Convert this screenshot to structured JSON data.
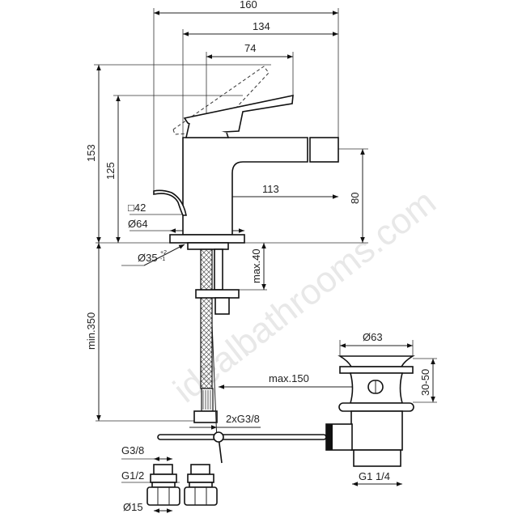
{
  "watermark": "idealbathrooms.com",
  "dimensions": {
    "overall_width": "160",
    "body_to_nozzle": "134",
    "handle_reach": "74",
    "overall_height": "153",
    "handle_height": "125",
    "nozzle_height": "80",
    "spout_reach": "113",
    "body_square": "□42",
    "base_diameter": "Ø64",
    "hole_diameter": "Ø35",
    "hole_tolerance_upper": "+2",
    "hole_tolerance_lower": "-1",
    "max_deck": "max.40",
    "min_hose": "min.350",
    "max_rod": "max.150",
    "hose_thread": "2xG3/8",
    "waste_diameter": "Ø63",
    "waste_deck": "30-50",
    "waste_thread": "G1 1/4",
    "adapter_thread_top": "G3/8",
    "adapter_thread_mid": "G1/2",
    "adapter_pipe": "Ø15"
  }
}
